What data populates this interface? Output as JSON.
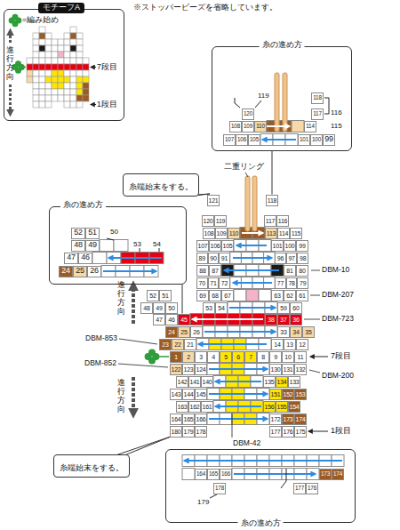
{
  "diagram": {
    "nodes": [
      {
        "text": [
          "モチーフA",
          "=編み始め",
          "進行方向",
          "7段目",
          "1段目"
        ]
      },
      {
        "text": [
          "糸の進め方"
        ]
      },
      {
        "text": [
          "118"
        ],
        "in": 1
      },
      {
        "text": [
          "120"
        ],
        "in": 1
      },
      {
        "text": [
          "117"
        ],
        "in": 1
      },
      {
        "text": [
          "108"
        ],
        "in": 1
      },
      {
        "text": [
          "109"
        ],
        "in": 1
      },
      {
        "text": [
          "110"
        ],
        "in": 1
      },
      {
        "text": [
          "114"
        ],
        "in": 1
      },
      {
        "text": [
          "107"
        ],
        "in": 1
      },
      {
        "text": [
          "106"
        ],
        "in": 1
      },
      {
        "text": [
          "105"
        ],
        "in": 1
      },
      {
        "text": [
          "101"
        ],
        "in": 1
      },
      {
        "text": [
          "100"
        ],
        "in": 1
      },
      {
        "text": [
          "99"
        ],
        "in": 1
      },
      {
        "text": [
          "糸の進め方"
        ]
      },
      {
        "text": [
          "52"
        ],
        "in": 15
      },
      {
        "text": [
          "51"
        ],
        "in": 15
      },
      {
        "text": [
          "48"
        ],
        "in": 15
      },
      {
        "text": [
          "49"
        ],
        "in": 15
      },
      {
        "text": [
          "47"
        ],
        "in": 15
      },
      {
        "text": [
          "46"
        ],
        "in": 15
      },
      {
        "text": [
          "24"
        ],
        "in": 15
      },
      {
        "text": [
          "25"
        ],
        "in": 15
      },
      {
        "text": [
          "26"
        ],
        "in": 15
      },
      {
        "text": [
          "糸端始末をする。"
        ]
      },
      {
        "text": [
          "121"
        ]
      },
      {
        "text": [
          "118"
        ]
      },
      {
        "text": [
          "120"
        ]
      },
      {
        "text": [
          "119"
        ]
      },
      {
        "text": [
          "117"
        ]
      },
      {
        "text": [
          "116"
        ]
      },
      {
        "text": [
          "108"
        ]
      },
      {
        "text": [
          "109"
        ]
      },
      {
        "text": [
          "110"
        ]
      },
      {
        "text": [
          "113"
        ]
      },
      {
        "text": [
          "114"
        ]
      },
      {
        "text": [
          "115"
        ]
      },
      {
        "text": [
          "107"
        ]
      },
      {
        "text": [
          "106"
        ]
      },
      {
        "text": [
          "105"
        ]
      },
      {
        "text": [
          "101"
        ]
      },
      {
        "text": [
          "100"
        ]
      },
      {
        "text": [
          "99"
        ]
      },
      {
        "text": [
          "89"
        ]
      },
      {
        "text": [
          "90"
        ]
      },
      {
        "text": [
          "91"
        ]
      },
      {
        "text": [
          "96"
        ]
      },
      {
        "text": [
          "97"
        ]
      },
      {
        "text": [
          "98"
        ]
      },
      {
        "text": [
          "88"
        ]
      },
      {
        "text": [
          "87"
        ]
      },
      {
        "text": [
          "81"
        ]
      },
      {
        "text": [
          "80"
        ]
      },
      {
        "text": [
          "70"
        ]
      },
      {
        "text": [
          "71"
        ]
      },
      {
        "text": [
          "72"
        ]
      },
      {
        "text": [
          "77"
        ]
      },
      {
        "text": [
          "78"
        ]
      },
      {
        "text": [
          "79"
        ]
      },
      {
        "text": [
          "52"
        ]
      },
      {
        "text": [
          "51"
        ]
      },
      {
        "text": [
          "69"
        ]
      },
      {
        "text": [
          "68"
        ]
      },
      {
        "text": [
          "67"
        ]
      },
      {
        "text": [
          "63"
        ]
      },
      {
        "text": [
          "62"
        ]
      },
      {
        "text": [
          "61"
        ]
      },
      {
        "text": [
          "48"
        ]
      },
      {
        "text": [
          "49"
        ]
      },
      {
        "text": [
          "50"
        ]
      },
      {
        "text": [
          "53"
        ]
      },
      {
        "text": [
          "54"
        ]
      },
      {
        "text": [
          "59"
        ]
      },
      {
        "text": [
          "60"
        ]
      },
      {
        "text": [
          "47"
        ]
      },
      {
        "text": [
          "46"
        ]
      },
      {
        "text": [
          "45"
        ]
      },
      {
        "text": [
          "38"
        ]
      },
      {
        "text": [
          "37"
        ]
      },
      {
        "text": [
          "36"
        ]
      },
      {
        "text": [
          "24"
        ]
      },
      {
        "text": [
          "25"
        ]
      },
      {
        "text": [
          "26"
        ]
      },
      {
        "text": [
          "33"
        ]
      },
      {
        "text": [
          "34"
        ]
      },
      {
        "text": [
          "35"
        ]
      },
      {
        "text": [
          "23"
        ]
      },
      {
        "text": [
          "22"
        ]
      },
      {
        "text": [
          "21"
        ]
      },
      {
        "text": [
          "14"
        ]
      },
      {
        "text": [
          "13"
        ]
      },
      {
        "text": [
          "12"
        ]
      },
      {
        "text": [
          "1"
        ]
      },
      {
        "text": [
          "2"
        ]
      },
      {
        "text": [
          "3"
        ]
      },
      {
        "text": [
          "4"
        ]
      },
      {
        "text": [
          "5"
        ]
      },
      {
        "text": [
          "6"
        ]
      },
      {
        "text": [
          "7"
        ]
      },
      {
        "text": [
          "8"
        ]
      },
      {
        "text": [
          "9"
        ]
      },
      {
        "text": [
          "10"
        ]
      },
      {
        "text": [
          "11"
        ]
      },
      {
        "text": [
          "122"
        ]
      },
      {
        "text": [
          "123"
        ]
      },
      {
        "text": [
          "124"
        ]
      },
      {
        "text": [
          "130"
        ]
      },
      {
        "text": [
          "131"
        ]
      },
      {
        "text": [
          "132"
        ]
      },
      {
        "text": [
          "142"
        ]
      },
      {
        "text": [
          "141"
        ]
      },
      {
        "text": [
          "140"
        ]
      },
      {
        "text": [
          "135"
        ]
      },
      {
        "text": [
          "134"
        ]
      },
      {
        "text": [
          "133"
        ]
      },
      {
        "text": [
          "143"
        ]
      },
      {
        "text": [
          "144"
        ]
      },
      {
        "text": [
          "145"
        ]
      },
      {
        "text": [
          "151"
        ]
      },
      {
        "text": [
          "152"
        ]
      },
      {
        "text": [
          "153"
        ]
      },
      {
        "text": [
          "163"
        ]
      },
      {
        "text": [
          "162"
        ]
      },
      {
        "text": [
          "161"
        ]
      },
      {
        "text": [
          "156"
        ]
      },
      {
        "text": [
          "155"
        ]
      },
      {
        "text": [
          "154"
        ]
      },
      {
        "text": [
          "164"
        ]
      },
      {
        "text": [
          "165"
        ]
      },
      {
        "text": [
          "166"
        ]
      },
      {
        "text": [
          "172"
        ]
      },
      {
        "text": [
          "173"
        ]
      },
      {
        "text": [
          "174"
        ]
      },
      {
        "text": [
          "180"
        ]
      },
      {
        "text": [
          "179"
        ]
      },
      {
        "text": [
          "178"
        ]
      },
      {
        "text": [
          "177"
        ]
      },
      {
        "text": [
          "176"
        ]
      },
      {
        "text": [
          "175"
        ]
      },
      {
        "text": [
          "糸端始末をする。"
        ]
      },
      {
        "text": [
          "糸の進め方"
        ]
      },
      {
        "text": [
          "164"
        ],
        "in": 141
      },
      {
        "text": [
          "165"
        ],
        "in": 141
      },
      {
        "text": [
          "166"
        ],
        "in": 141
      },
      {
        "text": [
          "173"
        ],
        "in": 141
      },
      {
        "text": [
          "174"
        ],
        "in": 141
      },
      {
        "text": [
          "178"
        ],
        "in": 141
      },
      {
        "text": [
          "177"
        ],
        "in": 141
      },
      {
        "text": [
          "176"
        ],
        "in": 141
      }
    ],
    "edges": [
      {
        "from": 27,
        "to": 1,
        "arrow": "none"
      },
      {
        "from": 15,
        "to": 77,
        "arrow": "none"
      }
    ],
    "labels": [
      "※ストッパービーズを省略しています。",
      "二重リング",
      "DBM-10",
      "DBM-207",
      "DBM-723",
      "DBM-853",
      "進行方向",
      "進行方向",
      "DBM-852",
      "7段目",
      "DBM-200",
      "1段目",
      "DBM-42",
      "119",
      "116",
      "115",
      "50",
      "53",
      "54",
      "179"
    ]
  }
}
